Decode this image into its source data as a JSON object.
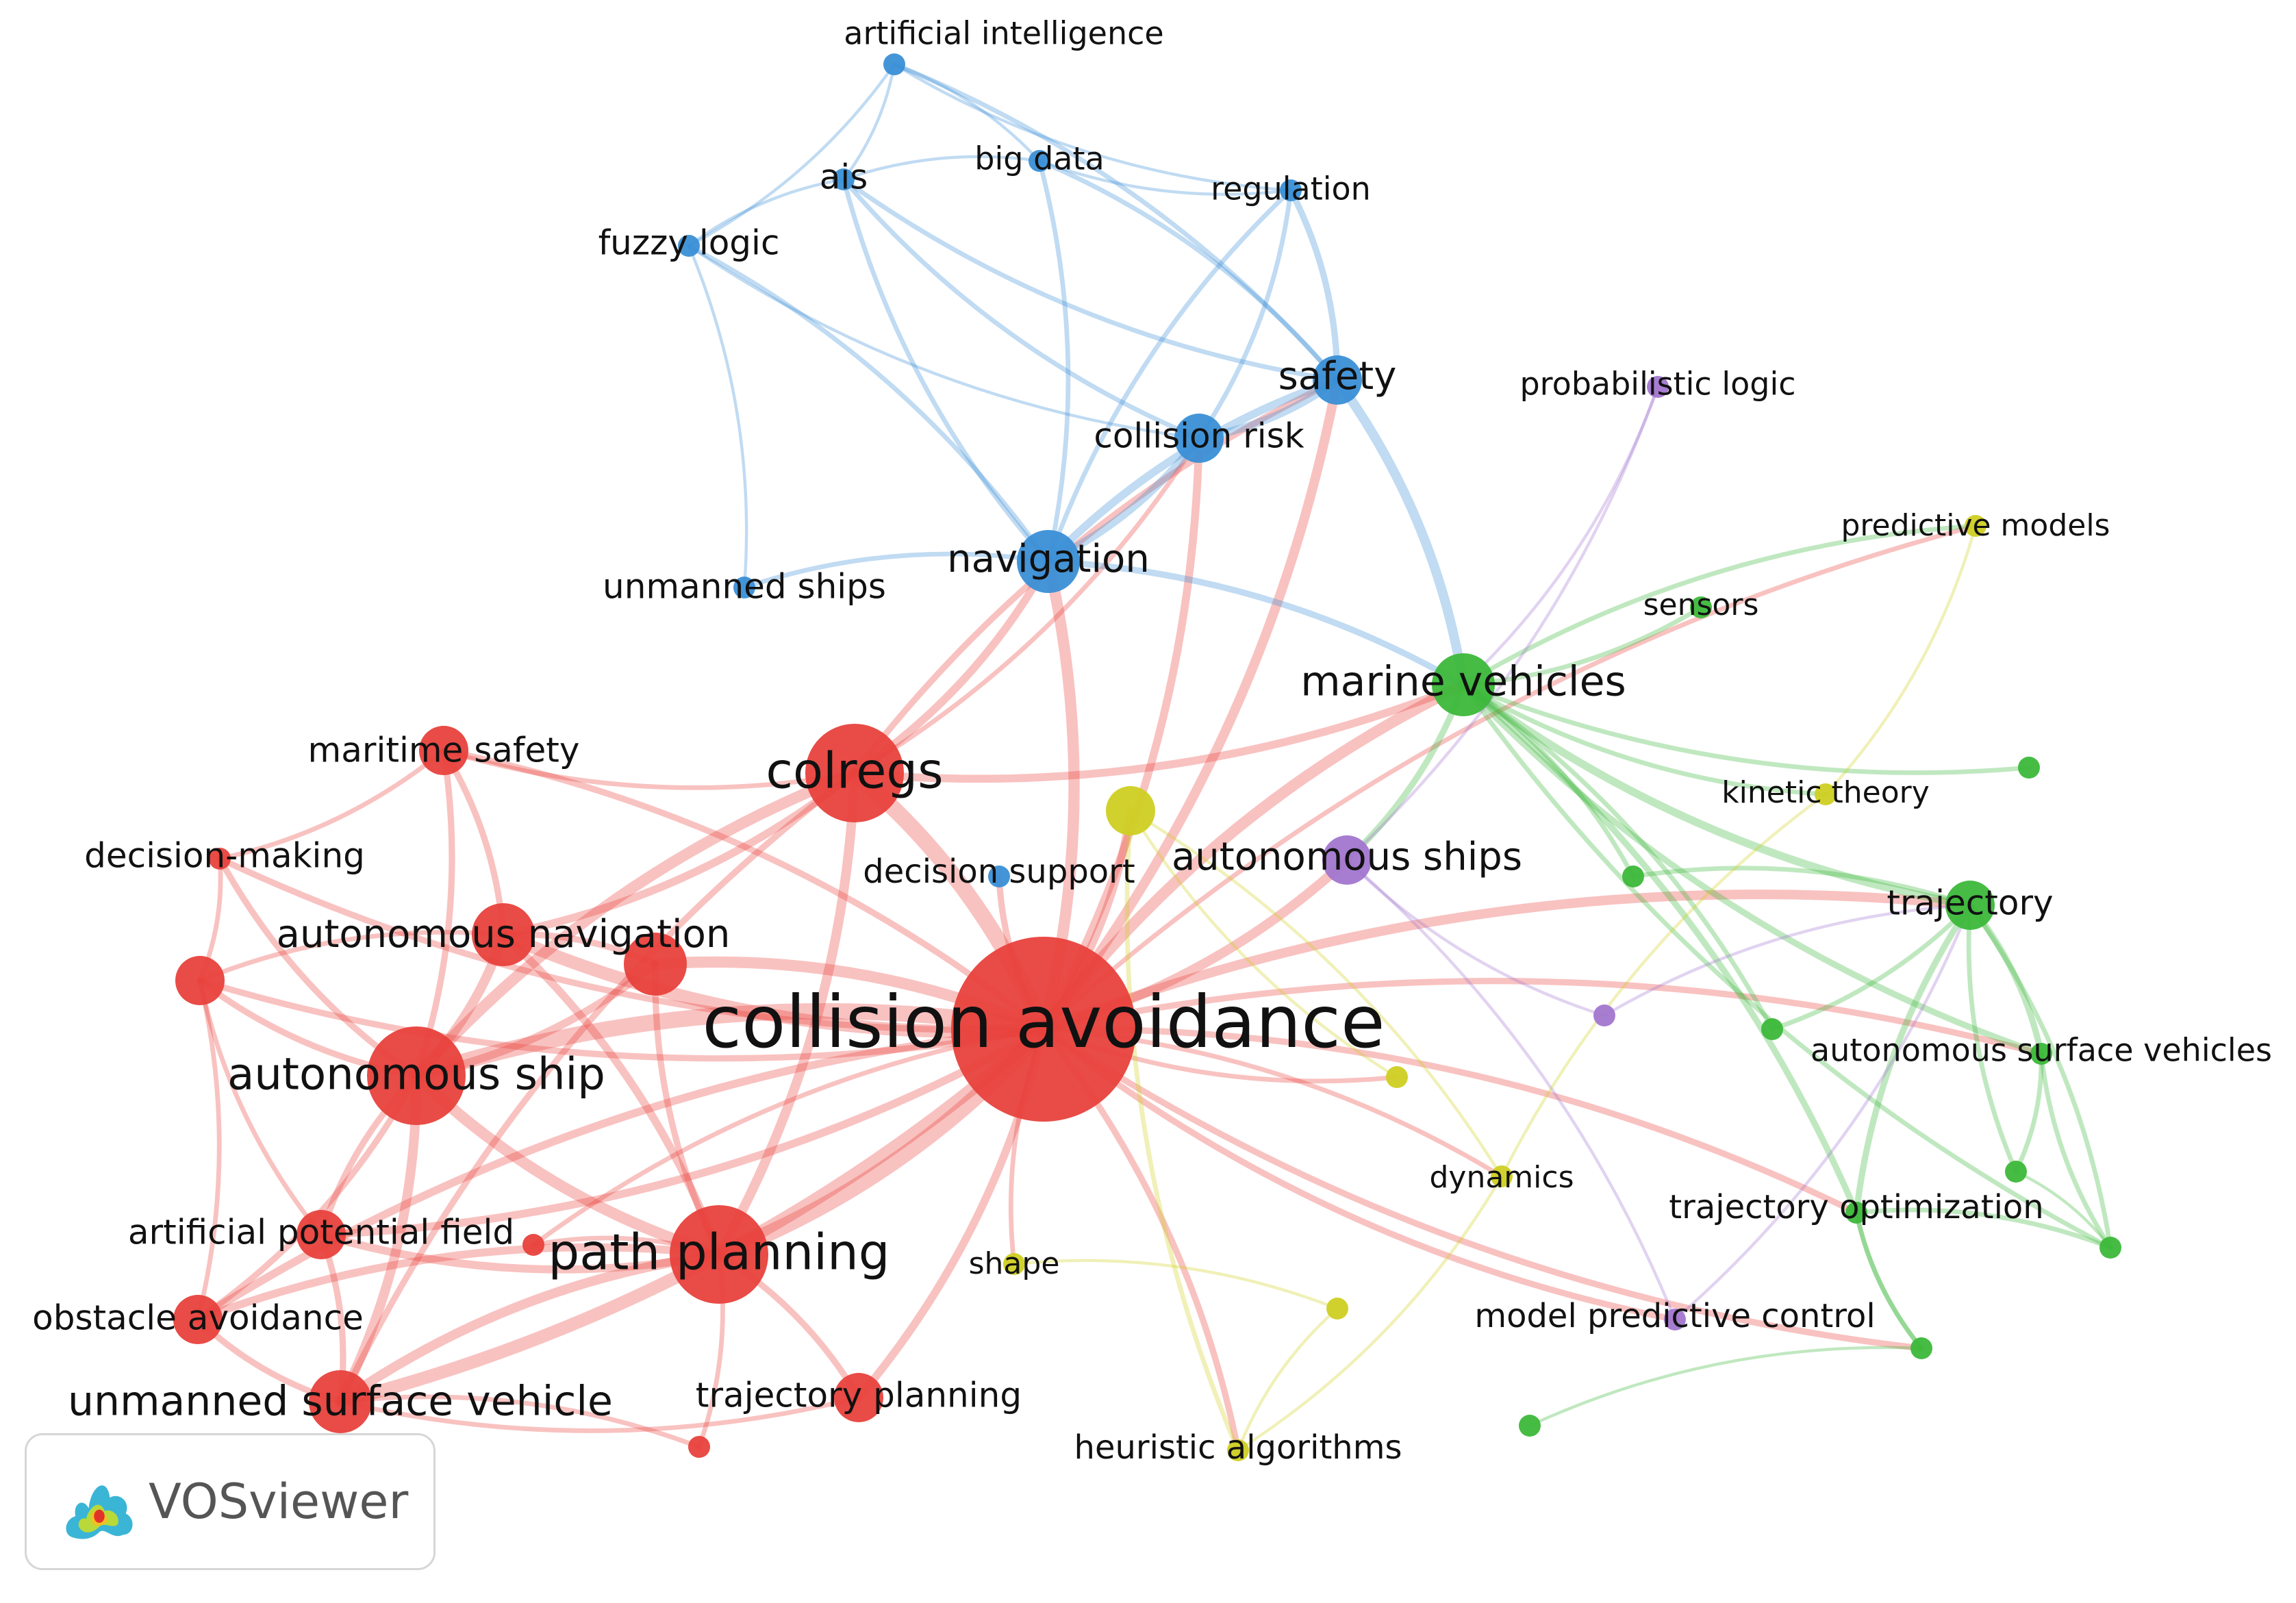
{
  "diagram": {
    "tool": "VOSviewer",
    "cluster_colors": {
      "red": "#e8413c",
      "blue": "#3a8fd6",
      "green": "#3cb83a",
      "yellow": "#cfcf23",
      "purple": "#a276cf"
    },
    "nodes": [
      {
        "id": "collision_avoidance",
        "label": "collision avoidance",
        "cluster": "red",
        "weight": 10
      },
      {
        "id": "colregs",
        "label": "colregs",
        "cluster": "red",
        "weight": 5
      },
      {
        "id": "path_planning",
        "label": "path planning",
        "cluster": "red",
        "weight": 5
      },
      {
        "id": "autonomous_ship",
        "label": "autonomous ship",
        "cluster": "red",
        "weight": 5
      },
      {
        "id": "autonomous_navigation",
        "label": "autonomous navigation",
        "cluster": "red",
        "weight": 3
      },
      {
        "id": "unmanned_surface_vehicle",
        "label": "unmanned surface vehicle",
        "cluster": "red",
        "weight": 3
      },
      {
        "id": "maritime_safety",
        "label": "maritime safety",
        "cluster": "red",
        "weight": 2
      },
      {
        "id": "decision_making",
        "label": "decision-making",
        "cluster": "red",
        "weight": 1
      },
      {
        "id": "artificial_potential_field",
        "label": "artificial potential field",
        "cluster": "red",
        "weight": 2
      },
      {
        "id": "obstacle_avoidance",
        "label": "obstacle avoidance",
        "cluster": "red",
        "weight": 2
      },
      {
        "id": "trajectory_planning",
        "label": "trajectory planning",
        "cluster": "red",
        "weight": 2
      },
      {
        "id": "red_a",
        "label": "",
        "cluster": "red",
        "weight": 3
      },
      {
        "id": "red_b",
        "label": "",
        "cluster": "red",
        "weight": 2
      },
      {
        "id": "red_c",
        "label": "",
        "cluster": "red",
        "weight": 1
      },
      {
        "id": "red_d",
        "label": "",
        "cluster": "red",
        "weight": 1
      },
      {
        "id": "navigation",
        "label": "navigation",
        "cluster": "blue",
        "weight": 3
      },
      {
        "id": "safety",
        "label": "safety",
        "cluster": "blue",
        "weight": 2
      },
      {
        "id": "collision_risk",
        "label": "collision risk",
        "cluster": "blue",
        "weight": 2
      },
      {
        "id": "ais",
        "label": "ais",
        "cluster": "blue",
        "weight": 1
      },
      {
        "id": "fuzzy_logic",
        "label": "fuzzy logic",
        "cluster": "blue",
        "weight": 1
      },
      {
        "id": "artificial_intelligence",
        "label": "artificial intelligence",
        "cluster": "blue",
        "weight": 1
      },
      {
        "id": "big_data",
        "label": "big data",
        "cluster": "blue",
        "weight": 1
      },
      {
        "id": "regulation",
        "label": "regulation",
        "cluster": "blue",
        "weight": 1
      },
      {
        "id": "unmanned_ships",
        "label": "unmanned ships",
        "cluster": "blue",
        "weight": 1
      },
      {
        "id": "decision_support",
        "label": "decision support",
        "cluster": "blue",
        "weight": 1
      },
      {
        "id": "marine_vehicles",
        "label": "marine vehicles",
        "cluster": "green",
        "weight": 3
      },
      {
        "id": "trajectory",
        "label": "trajectory",
        "cluster": "green",
        "weight": 2
      },
      {
        "id": "autonomous_surface_vehicles",
        "label": "autonomous surface vehicles",
        "cluster": "green",
        "weight": 1
      },
      {
        "id": "trajectory_optimization",
        "label": "trajectory optimization",
        "cluster": "green",
        "weight": 1
      },
      {
        "id": "sensors",
        "label": "sensors",
        "cluster": "green",
        "weight": 1
      },
      {
        "id": "green_a",
        "label": "",
        "cluster": "green",
        "weight": 1
      },
      {
        "id": "green_b",
        "label": "",
        "cluster": "green",
        "weight": 1
      },
      {
        "id": "green_c",
        "label": "",
        "cluster": "green",
        "weight": 1
      },
      {
        "id": "green_d",
        "label": "",
        "cluster": "green",
        "weight": 1
      },
      {
        "id": "green_e",
        "label": "",
        "cluster": "green",
        "weight": 1
      },
      {
        "id": "green_f",
        "label": "",
        "cluster": "green",
        "weight": 1
      },
      {
        "id": "green_g",
        "label": "",
        "cluster": "green",
        "weight": 1
      },
      {
        "id": "autonomous_ships",
        "label": "autonomous ships",
        "cluster": "purple",
        "weight": 2
      },
      {
        "id": "probabilistic_logic",
        "label": "probabilistic logic",
        "cluster": "purple",
        "weight": 1
      },
      {
        "id": "model_predictive_control",
        "label": "model predictive control",
        "cluster": "purple",
        "weight": 1
      },
      {
        "id": "purple_a",
        "label": "",
        "cluster": "purple",
        "weight": 1
      },
      {
        "id": "predictive_models",
        "label": "predictive models",
        "cluster": "yellow",
        "weight": 1
      },
      {
        "id": "kinetic_theory",
        "label": "kinetic theory",
        "cluster": "yellow",
        "weight": 1
      },
      {
        "id": "dynamics",
        "label": "dynamics",
        "cluster": "yellow",
        "weight": 1
      },
      {
        "id": "shape",
        "label": "shape",
        "cluster": "yellow",
        "weight": 1
      },
      {
        "id": "heuristic_algorithms",
        "label": "heuristic algorithms",
        "cluster": "yellow",
        "weight": 1
      },
      {
        "id": "yellow_a",
        "label": "",
        "cluster": "yellow",
        "weight": 2
      },
      {
        "id": "yellow_b",
        "label": "",
        "cluster": "yellow",
        "weight": 1
      },
      {
        "id": "yellow_c",
        "label": "",
        "cluster": "yellow",
        "weight": 1
      }
    ],
    "links": [
      [
        "collision_avoidance",
        "colregs",
        9
      ],
      [
        "collision_avoidance",
        "path_planning",
        9
      ],
      [
        "collision_avoidance",
        "autonomous_ship",
        9
      ],
      [
        "collision_avoidance",
        "autonomous_navigation",
        7
      ],
      [
        "collision_avoidance",
        "navigation",
        6
      ],
      [
        "collision_avoidance",
        "marine_vehicles",
        6
      ],
      [
        "collision_avoidance",
        "safety",
        5
      ],
      [
        "collision_avoidance",
        "unmanned_surface_vehicle",
        7
      ],
      [
        "collision_avoidance",
        "red_a",
        6
      ],
      [
        "collision_avoidance",
        "trajectory",
        5
      ],
      [
        "collision_avoidance",
        "autonomous_ships",
        5
      ],
      [
        "collision_avoidance",
        "trajectory_planning",
        4
      ],
      [
        "collision_avoidance",
        "obstacle_avoidance",
        4
      ],
      [
        "collision_avoidance",
        "artificial_potential_field",
        4
      ],
      [
        "collision_avoidance",
        "maritime_safety",
        3
      ],
      [
        "collision_avoidance",
        "decision_making",
        3
      ],
      [
        "collision_avoidance",
        "collision_risk",
        4
      ],
      [
        "collision_avoidance",
        "decision_support",
        3
      ],
      [
        "collision_avoidance",
        "yellow_a",
        4
      ],
      [
        "collision_avoidance",
        "heuristic_algorithms",
        3
      ],
      [
        "collision_avoidance",
        "green_f",
        3
      ],
      [
        "collision_avoidance",
        "trajectory_optimization",
        3
      ],
      [
        "collision_avoidance",
        "model_predictive_control",
        3
      ],
      [
        "collision_avoidance",
        "autonomous_surface_vehicles",
        3
      ],
      [
        "collision_avoidance",
        "yellow_b",
        2
      ],
      [
        "collision_avoidance",
        "dynamics",
        2
      ],
      [
        "collision_avoidance",
        "shape",
        2
      ],
      [
        "collision_avoidance",
        "red_b",
        3
      ],
      [
        "collision_avoidance",
        "red_c",
        2
      ],
      [
        "collision_avoidance",
        "predictive_models",
        2
      ],
      [
        "colregs",
        "autonomous_ship",
        6
      ],
      [
        "colregs",
        "path_planning",
        5
      ],
      [
        "colregs",
        "navigation",
        4
      ],
      [
        "colregs",
        "autonomous_navigation",
        4
      ],
      [
        "colregs",
        "marine_vehicles",
        4
      ],
      [
        "colregs",
        "safety",
        3
      ],
      [
        "colregs",
        "unmanned_surface_vehicle",
        3
      ],
      [
        "colregs",
        "maritime_safety",
        2
      ],
      [
        "colregs",
        "collision_risk",
        2
      ],
      [
        "path_planning",
        "autonomous_ship",
        6
      ],
      [
        "path_planning",
        "unmanned_surface_vehicle",
        5
      ],
      [
        "path_planning",
        "artificial_potential_field",
        4
      ],
      [
        "path_planning",
        "obstacle_avoidance",
        4
      ],
      [
        "path_planning",
        "trajectory_planning",
        3
      ],
      [
        "path_planning",
        "autonomous_navigation",
        4
      ],
      [
        "path_planning",
        "red_a",
        3
      ],
      [
        "path_planning",
        "red_c",
        2
      ],
      [
        "path_planning",
        "red_d",
        2
      ],
      [
        "autonomous_ship",
        "autonomous_navigation",
        5
      ],
      [
        "autonomous_ship",
        "unmanned_surface_vehicle",
        5
      ],
      [
        "autonomous_ship",
        "red_a",
        4
      ],
      [
        "autonomous_ship",
        "red_b",
        3
      ],
      [
        "autonomous_ship",
        "maritime_safety",
        3
      ],
      [
        "autonomous_ship",
        "decision_making",
        3
      ],
      [
        "autonomous_ship",
        "artificial_potential_field",
        3
      ],
      [
        "autonomous_ship",
        "obstacle_avoidance",
        3
      ],
      [
        "autonomous_navigation",
        "maritime_safety",
        3
      ],
      [
        "autonomous_navigation",
        "red_a",
        3
      ],
      [
        "autonomous_navigation",
        "red_b",
        2
      ],
      [
        "unmanned_surface_vehicle",
        "obstacle_avoidance",
        3
      ],
      [
        "unmanned_surface_vehicle",
        "artificial_potential_field",
        3
      ],
      [
        "unmanned_surface_vehicle",
        "red_d",
        2
      ],
      [
        "unmanned_surface_vehicle",
        "trajectory_planning",
        2
      ],
      [
        "decision_making",
        "red_b",
        2
      ],
      [
        "decision_making",
        "maritime_safety",
        2
      ],
      [
        "red_b",
        "obstacle_avoidance",
        2
      ],
      [
        "red_b",
        "artificial_potential_field",
        2
      ],
      [
        "navigation",
        "safety",
        4
      ],
      [
        "navigation",
        "collision_risk",
        4
      ],
      [
        "navigation",
        "ais",
        2
      ],
      [
        "navigation",
        "big_data",
        2
      ],
      [
        "navigation",
        "regulation",
        2
      ],
      [
        "navigation",
        "fuzzy_logic",
        2
      ],
      [
        "navigation",
        "marine_vehicles",
        3
      ],
      [
        "navigation",
        "unmanned_ships",
        2
      ],
      [
        "safety",
        "collision_risk",
        4
      ],
      [
        "safety",
        "regulation",
        3
      ],
      [
        "safety",
        "marine_vehicles",
        5
      ],
      [
        "safety",
        "artificial_intelligence",
        2
      ],
      [
        "safety",
        "ais",
        2
      ],
      [
        "safety",
        "big_data",
        2
      ],
      [
        "collision_risk",
        "ais",
        2
      ],
      [
        "collision_risk",
        "regulation",
        2
      ],
      [
        "collision_risk",
        "fuzzy_logic",
        1
      ],
      [
        "ais",
        "artificial_intelligence",
        1
      ],
      [
        "ais",
        "big_data",
        1
      ],
      [
        "ais",
        "fuzzy_logic",
        1
      ],
      [
        "artificial_intelligence",
        "big_data",
        1
      ],
      [
        "artificial_intelligence",
        "regulation",
        1
      ],
      [
        "artificial_intelligence",
        "fuzzy_logic",
        1
      ],
      [
        "big_data",
        "regulation",
        1
      ],
      [
        "fuzzy_logic",
        "unmanned_ships",
        1
      ],
      [
        "marine_vehicles",
        "trajectory",
        4
      ],
      [
        "marine_vehicles",
        "autonomous_ships",
        3
      ],
      [
        "marine_vehicles",
        "sensors",
        2
      ],
      [
        "marine_vehicles",
        "trajectory_optimization",
        3
      ],
      [
        "marine_vehicles",
        "autonomous_surface_vehicles",
        3
      ],
      [
        "marine_vehicles",
        "green_a",
        2
      ],
      [
        "marine_vehicles",
        "green_b",
        2
      ],
      [
        "marine_vehicles",
        "green_c",
        2
      ],
      [
        "marine_vehicles",
        "green_e",
        2
      ],
      [
        "marine_vehicles",
        "predictive_models",
        2
      ],
      [
        "marine_vehicles",
        "kinetic_theory",
        2
      ],
      [
        "trajectory",
        "autonomous_surface_vehicles",
        3
      ],
      [
        "trajectory",
        "trajectory_optimization",
        3
      ],
      [
        "trajectory",
        "green_c",
        2
      ],
      [
        "trajectory",
        "green_d",
        2
      ],
      [
        "trajectory",
        "green_e",
        2
      ],
      [
        "trajectory",
        "green_a",
        2
      ],
      [
        "autonomous_surface_vehicles",
        "green_d",
        2
      ],
      [
        "autonomous_surface_vehicles",
        "green_e",
        2
      ],
      [
        "trajectory_optimization",
        "green_e",
        2
      ],
      [
        "trajectory_optimization",
        "green_f",
        2
      ],
      [
        "green_d",
        "green_e",
        1
      ],
      [
        "green_f",
        "green_g",
        1
      ],
      [
        "green_f",
        "trajectory_optimization",
        2
      ],
      [
        "autonomous_ships",
        "probabilistic_logic",
        1
      ],
      [
        "autonomous_ships",
        "model_predictive_control",
        1
      ],
      [
        "autonomous_ships",
        "purple_a",
        1
      ],
      [
        "probabilistic_logic",
        "marine_vehicles",
        1
      ],
      [
        "model_predictive_control",
        "trajectory",
        1
      ],
      [
        "purple_a",
        "trajectory",
        1
      ],
      [
        "yellow_a",
        "heuristic_algorithms",
        2
      ],
      [
        "yellow_a",
        "dynamics",
        1
      ],
      [
        "yellow_a",
        "yellow_b",
        1
      ],
      [
        "heuristic_algorithms",
        "yellow_c",
        1
      ],
      [
        "heuristic_algorithms",
        "dynamics",
        1
      ],
      [
        "predictive_models",
        "kinetic_theory",
        1
      ],
      [
        "kinetic_theory",
        "dynamics",
        1
      ],
      [
        "shape",
        "yellow_c",
        1
      ]
    ]
  },
  "logo": {
    "text": "VOSviewer"
  }
}
